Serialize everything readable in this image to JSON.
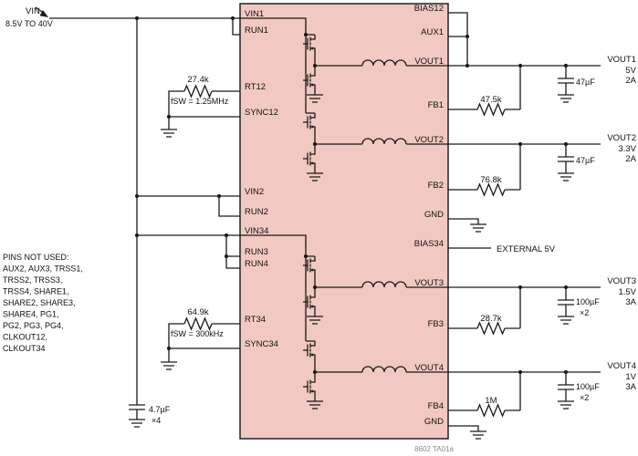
{
  "colors": {
    "ic_fill": "#f1c9c2",
    "wire": "#1a1a1a",
    "footer_text": "#8a8a8a"
  },
  "ic": {
    "left_pins": [
      "VIN1",
      "RUN1",
      "RT12",
      "SYNC12",
      "VIN2",
      "RUN2",
      "VIN34",
      "RUN3",
      "RUN4",
      "RT34",
      "SYNC34"
    ],
    "right_pins": [
      "BIAS12",
      "AUX1",
      "VOUT1",
      "FB1",
      "VOUT2",
      "FB2",
      "GND",
      "BIAS34",
      "VOUT3",
      "FB3",
      "VOUT4",
      "FB4",
      "GND"
    ]
  },
  "input": {
    "label": "VIN",
    "range": "8.5V TO 40V",
    "cap_value": "4.7µF",
    "cap_qty": "×4"
  },
  "osc": {
    "rt12": {
      "value": "27.4k",
      "freq": "fSW = 1.25MHz"
    },
    "rt34": {
      "value": "64.9k",
      "freq": "fSW = 300kHz"
    }
  },
  "outputs": [
    {
      "name": "VOUT1",
      "voltage": "5V",
      "current": "2A",
      "cap": "47µF",
      "cap_qty": "",
      "fb": "47.5k"
    },
    {
      "name": "VOUT2",
      "voltage": "3.3V",
      "current": "2A",
      "cap": "47µF",
      "cap_qty": "",
      "fb": "76.8k"
    },
    {
      "name": "VOUT3",
      "voltage": "1.5V",
      "current": "3A",
      "cap": "100µF",
      "cap_qty": "×2",
      "fb": "28.7k"
    },
    {
      "name": "VOUT4",
      "voltage": "1V",
      "current": "3A",
      "cap": "100µF",
      "cap_qty": "×2",
      "fb": "1M"
    }
  ],
  "bias34_note": "EXTERNAL 5V",
  "unused_pins": [
    "PINS NOT USED:",
    "AUX2, AUX3, TRSS1,",
    "TRSS2, TRSS3,",
    "TRSS4, SHARE1,",
    "SHARE2, SHARE3,",
    "SHARE4, PG1,",
    "PG2, PG3, PG4,",
    "CLKOUT12,",
    "CLKOUT34"
  ],
  "footer": "8602 TA01a"
}
